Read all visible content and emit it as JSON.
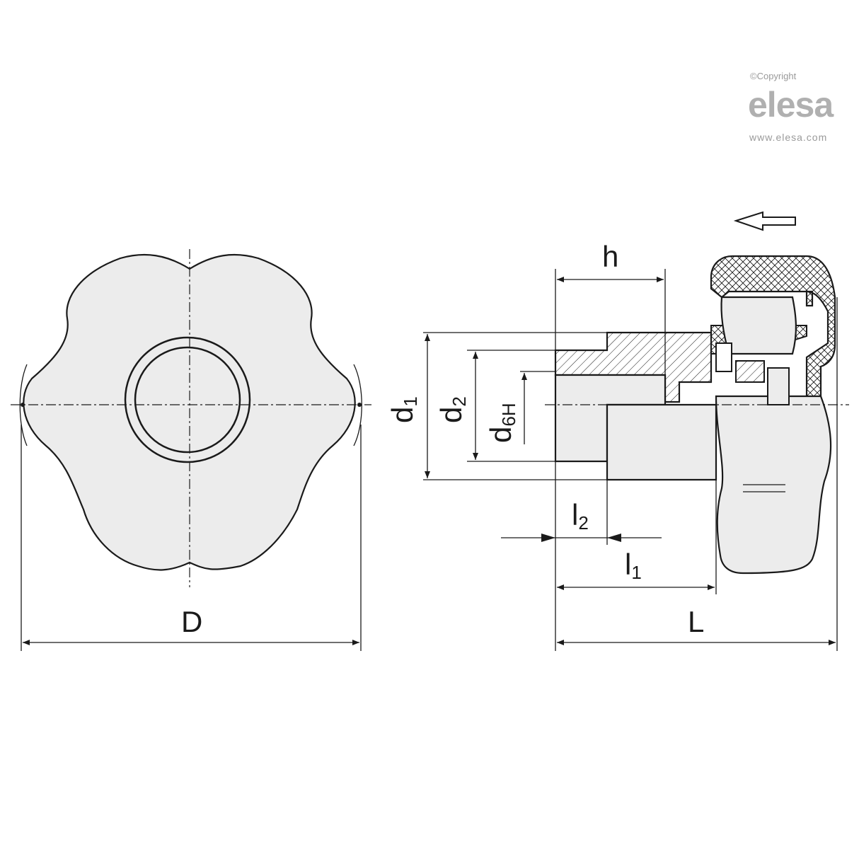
{
  "watermark": {
    "copyright": "©Copyright",
    "brand": "elesa",
    "url": "www.elesa.com"
  },
  "front_view": {
    "dimensions": {
      "D": "D"
    }
  },
  "side_view": {
    "dimensions": {
      "h": "h",
      "d1_main": "d",
      "d1_sub": "1",
      "d2_main": "d",
      "d2_sub": "2",
      "d6H_main": "d",
      "d6H_sub": "6H",
      "l2_main": "l",
      "l2_sub": "2",
      "l1_main": "l",
      "l1_sub": "1",
      "L": "L"
    }
  },
  "colors": {
    "line": "#1a1a1a",
    "body_fill": "#ececec",
    "watermark": "#b0b0b0"
  }
}
